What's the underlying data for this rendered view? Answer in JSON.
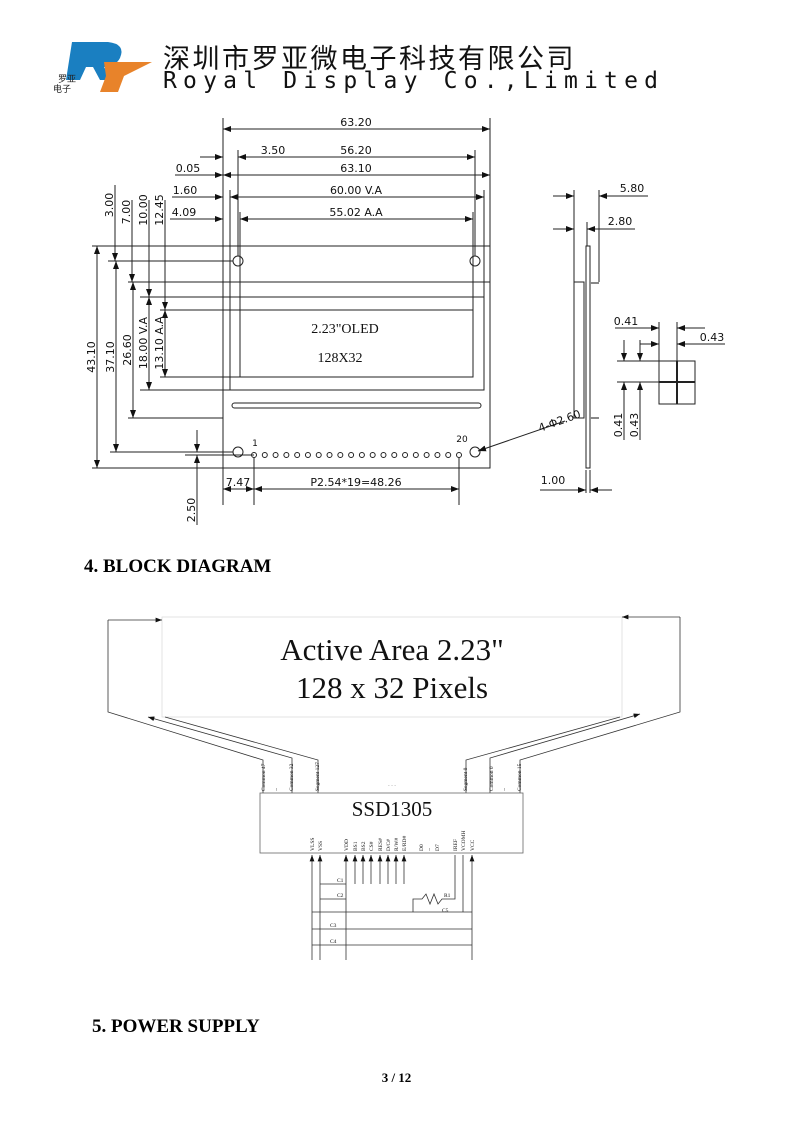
{
  "header": {
    "company_cn": "深圳市罗亚微电子科技有限公司",
    "company_en": "Royal Display Co.,Limited",
    "logo_letters": "RY",
    "logo_cn": "罗亚电子",
    "colors": {
      "blue": "#1a7fc1",
      "orange": "#e8832a"
    }
  },
  "drawing": {
    "dims_h": [
      "63.20",
      "3.50",
      "56.20",
      "0.05",
      "63.10",
      "1.60",
      "60.00 V.A",
      "4.09",
      "55.02 A.A"
    ],
    "dims_v": [
      "3.00",
      "7.00",
      "10.00",
      "12.45",
      "43.10",
      "37.10",
      "26.60",
      "18.00 V.A",
      "13.10 A.A",
      "2.50"
    ],
    "panel_label_1": "2.23\"OLED",
    "panel_label_2": "128X32",
    "pin_first": "1",
    "pin_last": "20",
    "pin_pitch": "P2.54*19=48.26",
    "pin_offset": "7.47",
    "holes": "4-Φ2.60",
    "side": {
      "thick": "5.80",
      "pcb": "2.80",
      "pin": "1.00"
    },
    "pixel": {
      "w1": "0.41",
      "w2": "0.43",
      "h1": "0.41",
      "h2": "0.43"
    }
  },
  "sections": {
    "block": "4.  BLOCK DIAGRAM",
    "power": "5.  POWER SUPPLY"
  },
  "block_diagram": {
    "active_1": "Active Area 2.23\"",
    "active_2": "128 x 32 Pixels",
    "chip": "SSD1305",
    "dots": "- - -",
    "outputs": [
      "Common 47",
      "~",
      "Common 32",
      "Segment 127",
      "Segment 0",
      "Common 0",
      "~",
      "Common 15"
    ],
    "pins": [
      "VLSS",
      "VSS",
      "VDD",
      "BS1",
      "BS2",
      "CS#",
      "RES#",
      "D/C#",
      "R/W#",
      "E/RD#",
      "D0",
      "~",
      "D7",
      "IREF",
      "VCOMH",
      "VCC"
    ],
    "components": [
      "C1",
      "C2",
      "C3",
      "C4",
      "C5",
      "R1"
    ]
  },
  "footer": {
    "page": "3 / 12"
  }
}
